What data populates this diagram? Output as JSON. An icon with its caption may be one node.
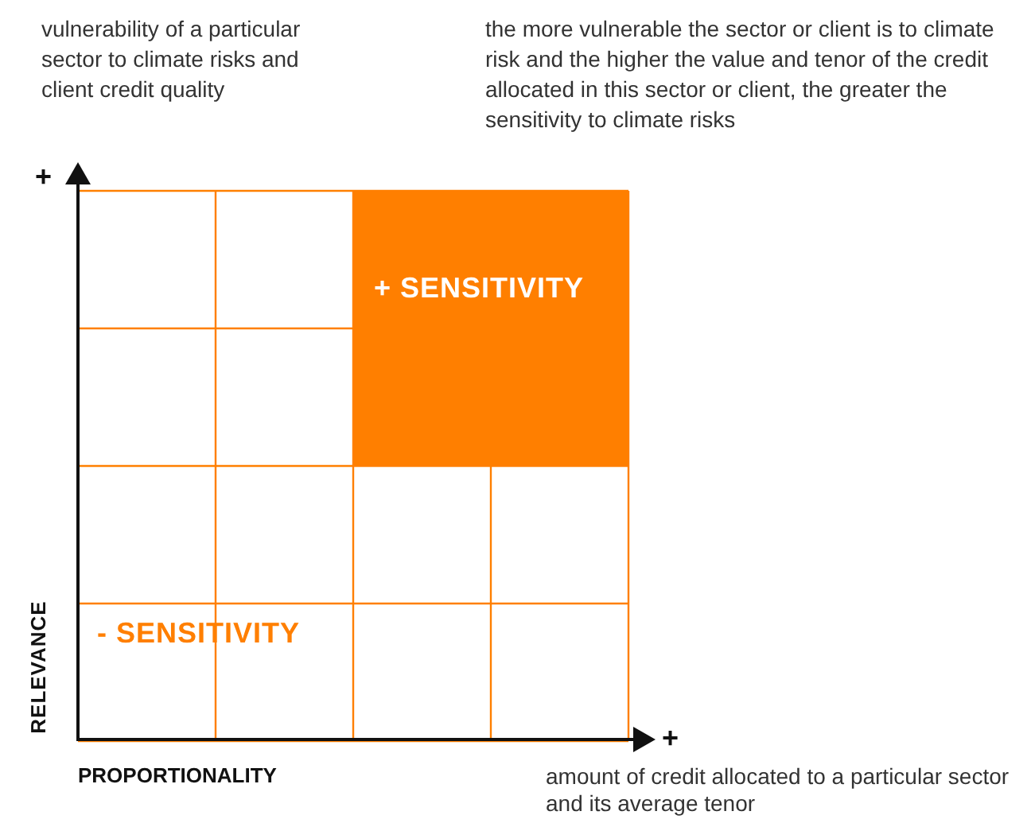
{
  "diagram": {
    "labels": [
      "vulnerability of a particular sector to climate risks and client credit quality",
      "the more vulnerable the sector or client is to climate risk and the higher the value and tenor of the credit allocated in this sector or client, the greater the sensitivity to climate risks",
      "+",
      "+ SENSITIVITY",
      "- SENSITIVITY",
      "RELEVANCE",
      "+",
      "PROPORTIONALITY",
      "amount of credit allocated to a particular sector and its average tenor"
    ]
  }
}
